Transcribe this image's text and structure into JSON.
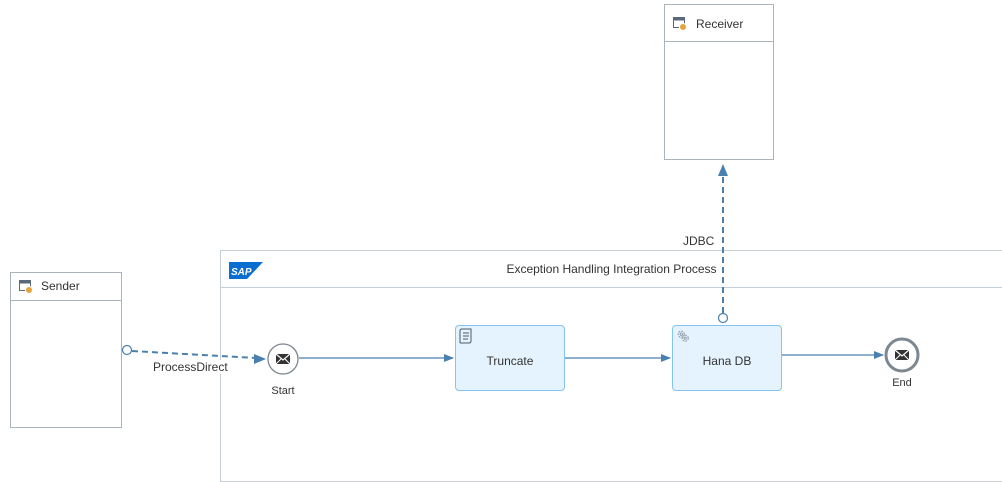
{
  "participants": {
    "sender": {
      "label": "Sender",
      "icon": "participant-icon"
    },
    "receiver": {
      "label": "Receiver",
      "icon": "participant-icon"
    }
  },
  "pool": {
    "title": "Exception Handling Integration Process",
    "logo_text": "SAP"
  },
  "events": {
    "start": {
      "label": "Start",
      "icon": "envelope-icon"
    },
    "end": {
      "label": "End",
      "icon": "envelope-icon"
    }
  },
  "tasks": {
    "truncate": {
      "label": "Truncate",
      "icon": "script-icon"
    },
    "hana": {
      "label": "Hana DB",
      "icon": "gear-icon"
    }
  },
  "channels": {
    "inbound": {
      "label": "ProcessDirect"
    },
    "outbound": {
      "label": "JDBC"
    }
  },
  "colors": {
    "flow": "#4a80b0",
    "task_fill": "#e5f3fe",
    "task_border": "#85c3f0",
    "sap_logo": "#0a6ed1"
  }
}
